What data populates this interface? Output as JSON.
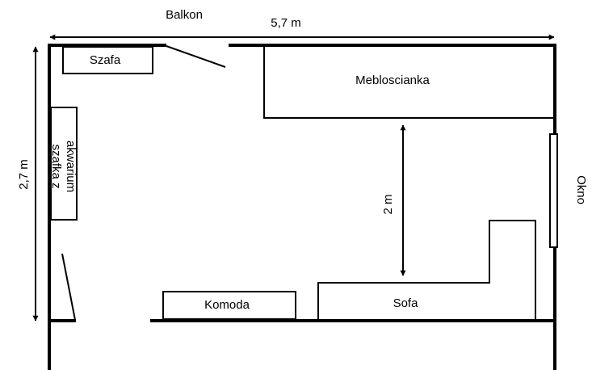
{
  "labels": {
    "balcony": "Balkon",
    "width": "5,7 m",
    "height": "2,7 m",
    "window": "Okno",
    "depth": "2 m"
  },
  "furniture": {
    "wardrobe": "Szafa",
    "wall_unit": "Mebloscianka",
    "aquarium_cabinet_line1": "szafka z",
    "aquarium_cabinet_line2": "akwarium",
    "dresser": "Komoda",
    "sofa": "Sofa"
  },
  "colors": {
    "line": "#000000",
    "background": "#ffffff"
  }
}
